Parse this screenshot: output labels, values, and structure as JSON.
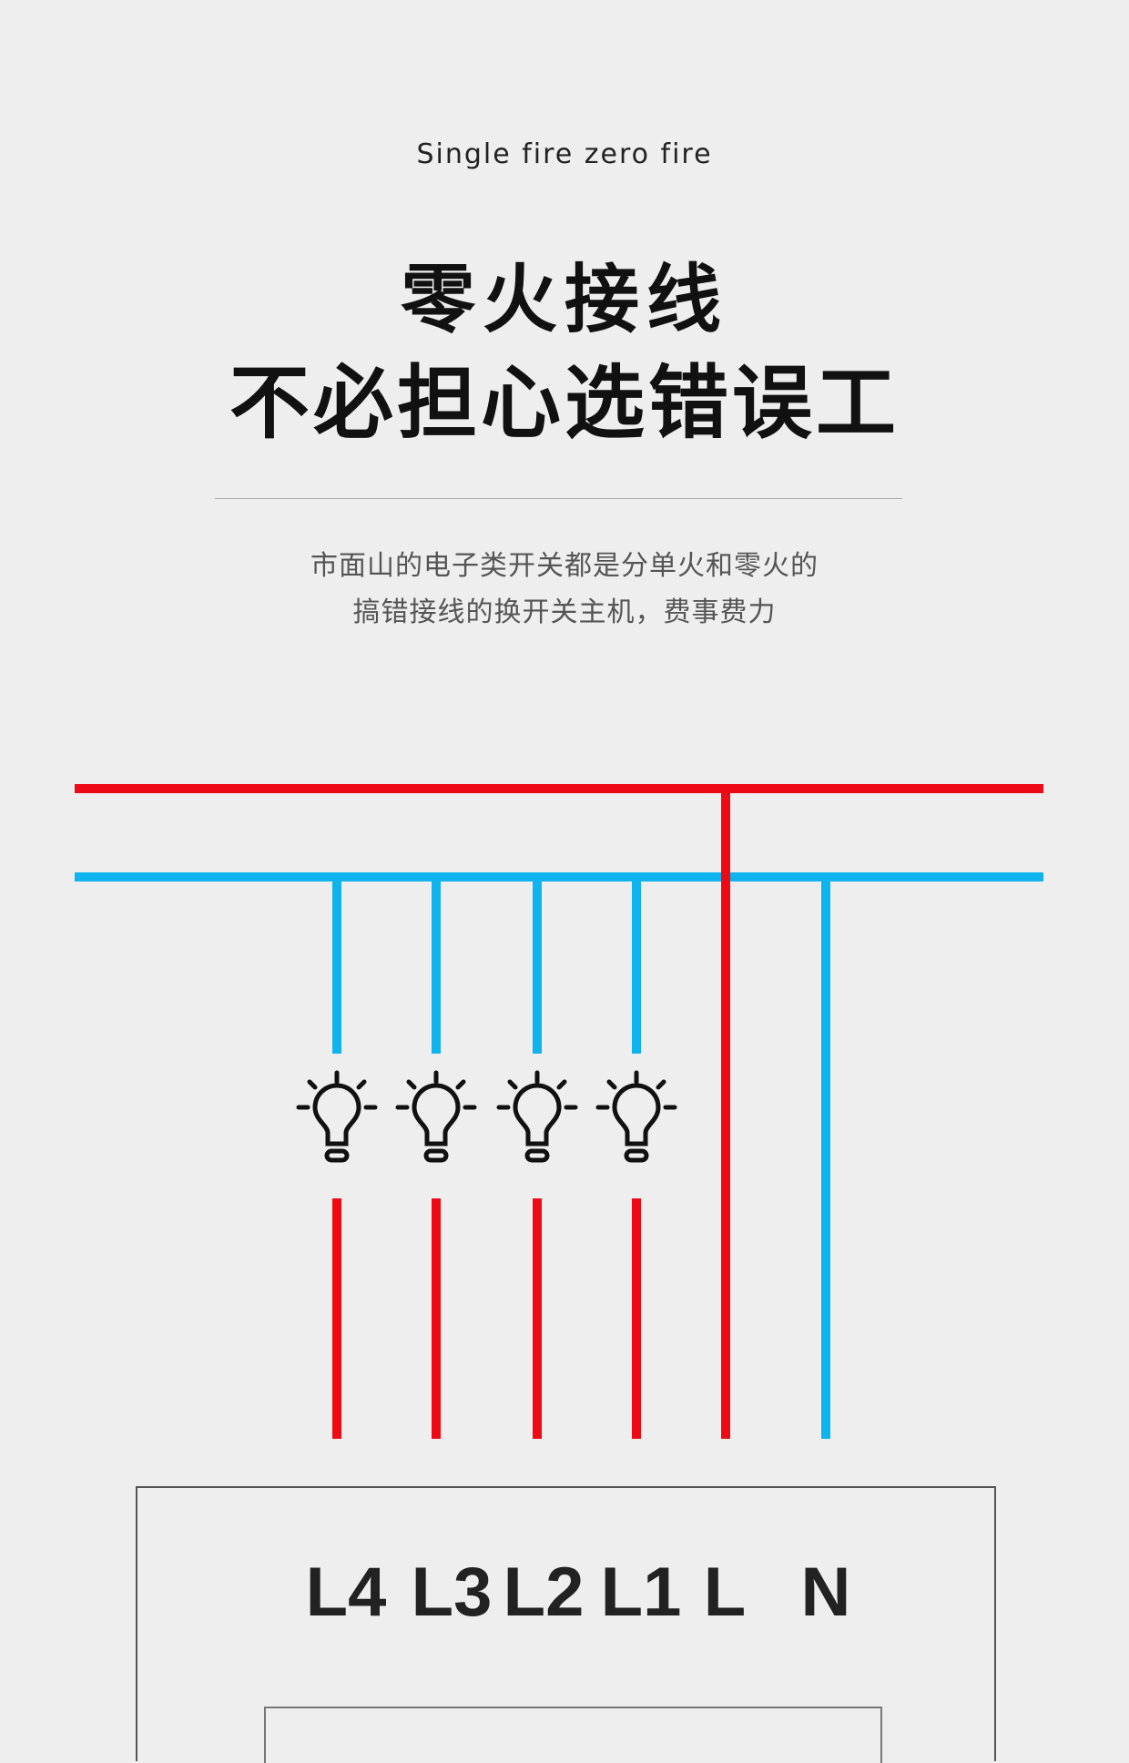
{
  "header": {
    "subtitle": "Single fire zero fire",
    "title_line1": "零火接线",
    "title_line2": "不必担心选错误工"
  },
  "description": {
    "line1": "市面山的电子类开关都是分单火和零火的",
    "line2": "搞错接线的换开关主机，费事费力"
  },
  "diagram": {
    "colors": {
      "live": "#ee0a14",
      "neutral": "#0fb4ee",
      "icon": "#111111"
    },
    "icons": [
      "light-bulb-icon",
      "light-bulb-icon",
      "light-bulb-icon",
      "light-bulb-icon"
    ],
    "terminals": [
      "L4",
      "L3",
      "L2",
      "L1",
      "L",
      "N"
    ]
  }
}
